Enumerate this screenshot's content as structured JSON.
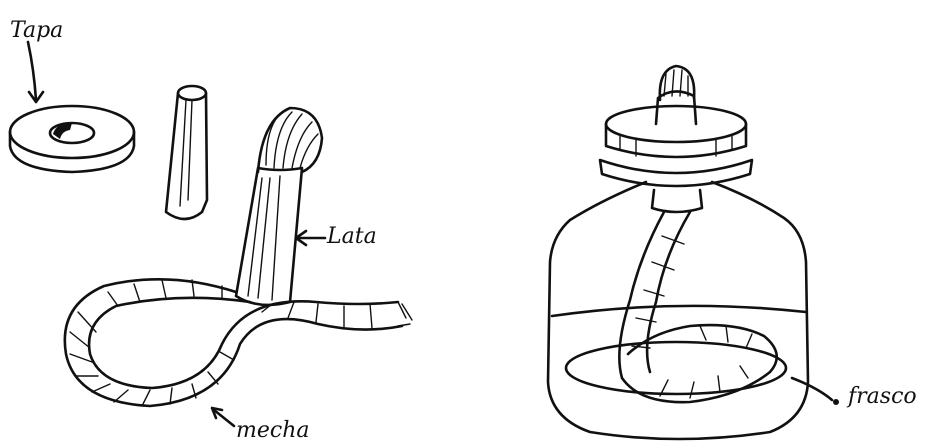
{
  "labels": {
    "tapa": "Tapa",
    "lata": "Lata",
    "mecha": "mecha",
    "frasco": "frasco"
  }
}
